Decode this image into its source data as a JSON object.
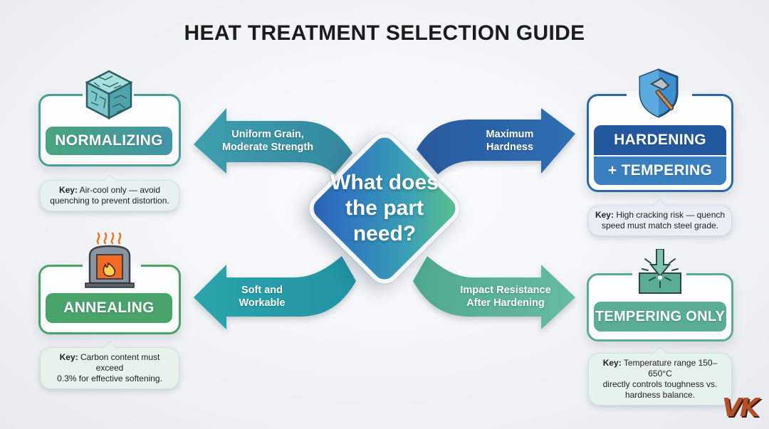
{
  "title": "HEAT TREATMENT SELECTION GUIDE",
  "center": {
    "question": "What does the part need?",
    "lines": [
      "What does",
      "the part",
      "need?"
    ],
    "gradient": [
      "#5cc28a",
      "#2a5fb0"
    ]
  },
  "branches": [
    {
      "id": "normalizing",
      "position": "top-left",
      "arrow_label_lines": [
        "Uniform Grain,",
        "Moderate Strength"
      ],
      "arrow_color": "#3a97a8",
      "icon": "grain-cube-icon",
      "treatment": "NORMALIZING",
      "accent_color": "#4aa489",
      "key_label": "Key:",
      "key_text": "Air-cool only — avoid quenching to prevent distortion.",
      "key_lines": [
        "Air-cool only — avoid",
        "quenching to prevent distortion."
      ]
    },
    {
      "id": "hardening",
      "position": "top-right",
      "arrow_label_lines": [
        "Maximum",
        "Hardness"
      ],
      "arrow_color": "#2a63a6",
      "icon": "shield-hammer-icon",
      "treatment": "HARDENING",
      "treatment_sub": "+ TEMPERING",
      "accent_color": "#2360a3",
      "accent_color_sub": "#3a7fc0",
      "key_label": "Key:",
      "key_text": "High cracking risk — quench speed must match steel grade.",
      "key_lines": [
        "High cracking risk — quench",
        "speed must match steel grade."
      ]
    },
    {
      "id": "annealing",
      "position": "bottom-left",
      "arrow_label_lines": [
        "Soft and",
        "Workable"
      ],
      "arrow_color": "#2aa0a8",
      "icon": "furnace-icon",
      "treatment": "ANNEALING",
      "accent_color": "#48a46a",
      "key_label": "Key:",
      "key_text": "Carbon content must exceed 0.3% for effective softening.",
      "key_lines": [
        "Carbon content must exceed",
        "0.3% for effective softening."
      ]
    },
    {
      "id": "tempering",
      "position": "bottom-right",
      "arrow_label_lines": [
        "Impact Resistance",
        "After Hardening"
      ],
      "arrow_color": "#5cb39a",
      "icon": "impact-arrow-icon",
      "treatment": "TEMPERING ONLY",
      "accent_color": "#5aac94",
      "key_label": "Key:",
      "key_text": "Temperature range 150–650°C directly controls toughness vs. hardness balance.",
      "key_lines": [
        "Temperature range 150–650°C",
        "directly controls toughness vs.",
        "hardness balance."
      ]
    }
  ],
  "logo": {
    "text": "VK",
    "icon": "vk-logo-icon"
  }
}
